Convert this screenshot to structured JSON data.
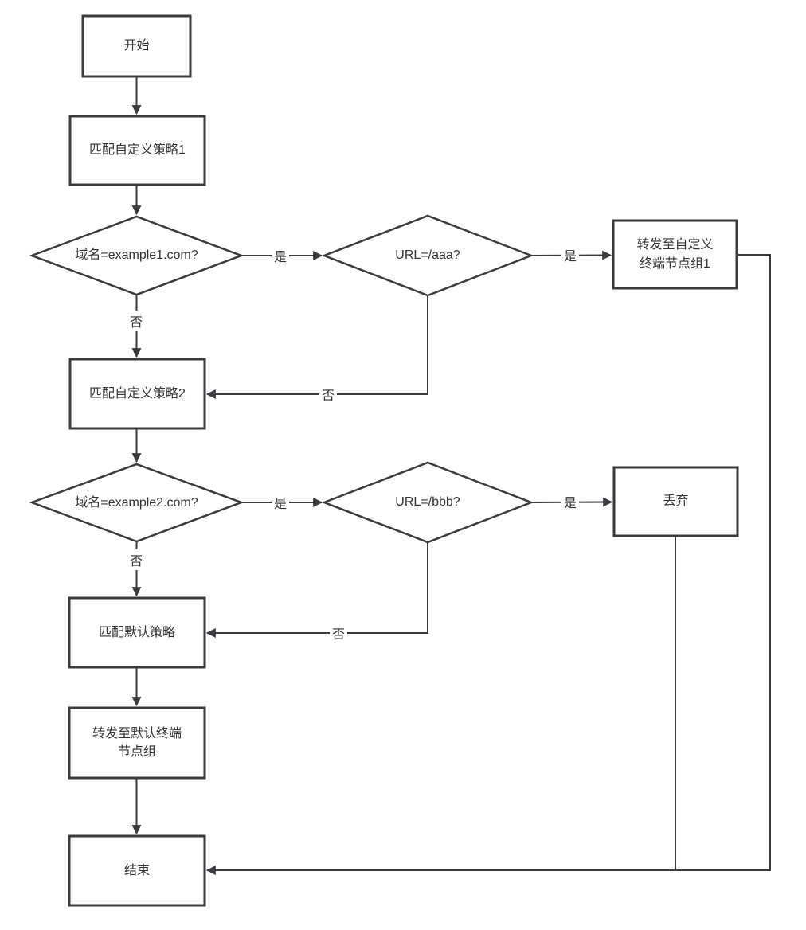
{
  "diagram": {
    "type": "flowchart",
    "colors": {
      "stroke": "#3a3a3f",
      "text": "#333338",
      "background": "#ffffff"
    },
    "nodes": {
      "start": {
        "shape": "rect",
        "label": "开始"
      },
      "match_custom_policy_1": {
        "shape": "rect",
        "label": "匹配自定义策略1"
      },
      "domain_example1": {
        "shape": "diamond",
        "label": "域名=example1.com?"
      },
      "url_aaa": {
        "shape": "diamond",
        "label": "URL=/aaa?"
      },
      "forward_custom_endpoint_group_1": {
        "shape": "rect",
        "label": "转发至自定义\n终端节点组1"
      },
      "match_custom_policy_2": {
        "shape": "rect",
        "label": "匹配自定义策略2"
      },
      "domain_example2": {
        "shape": "diamond",
        "label": "域名=example2.com?"
      },
      "url_bbb": {
        "shape": "diamond",
        "label": "URL=/bbb?"
      },
      "discard": {
        "shape": "rect",
        "label": "丢弃"
      },
      "match_default_policy": {
        "shape": "rect",
        "label": "匹配默认策略"
      },
      "forward_default_endpoint_group": {
        "shape": "rect",
        "label": "转发至默认终端\n节点组"
      },
      "end": {
        "shape": "rect",
        "label": "结束"
      }
    },
    "edges": [
      {
        "from": "start",
        "to": "match_custom_policy_1",
        "label": ""
      },
      {
        "from": "match_custom_policy_1",
        "to": "domain_example1",
        "label": ""
      },
      {
        "from": "domain_example1",
        "to": "url_aaa",
        "label": "是"
      },
      {
        "from": "url_aaa",
        "to": "forward_custom_endpoint_group_1",
        "label": "是"
      },
      {
        "from": "domain_example1",
        "to": "match_custom_policy_2",
        "label": "否"
      },
      {
        "from": "url_aaa",
        "to": "match_custom_policy_2",
        "label": "否"
      },
      {
        "from": "match_custom_policy_2",
        "to": "domain_example2",
        "label": ""
      },
      {
        "from": "domain_example2",
        "to": "url_bbb",
        "label": "是"
      },
      {
        "from": "url_bbb",
        "to": "discard",
        "label": "是"
      },
      {
        "from": "domain_example2",
        "to": "match_default_policy",
        "label": "否"
      },
      {
        "from": "url_bbb",
        "to": "match_default_policy",
        "label": "否"
      },
      {
        "from": "match_default_policy",
        "to": "forward_default_endpoint_group",
        "label": ""
      },
      {
        "from": "forward_default_endpoint_group",
        "to": "end",
        "label": ""
      },
      {
        "from": "forward_custom_endpoint_group_1",
        "to": "end",
        "label": ""
      },
      {
        "from": "discard",
        "to": "end",
        "label": ""
      }
    ]
  }
}
